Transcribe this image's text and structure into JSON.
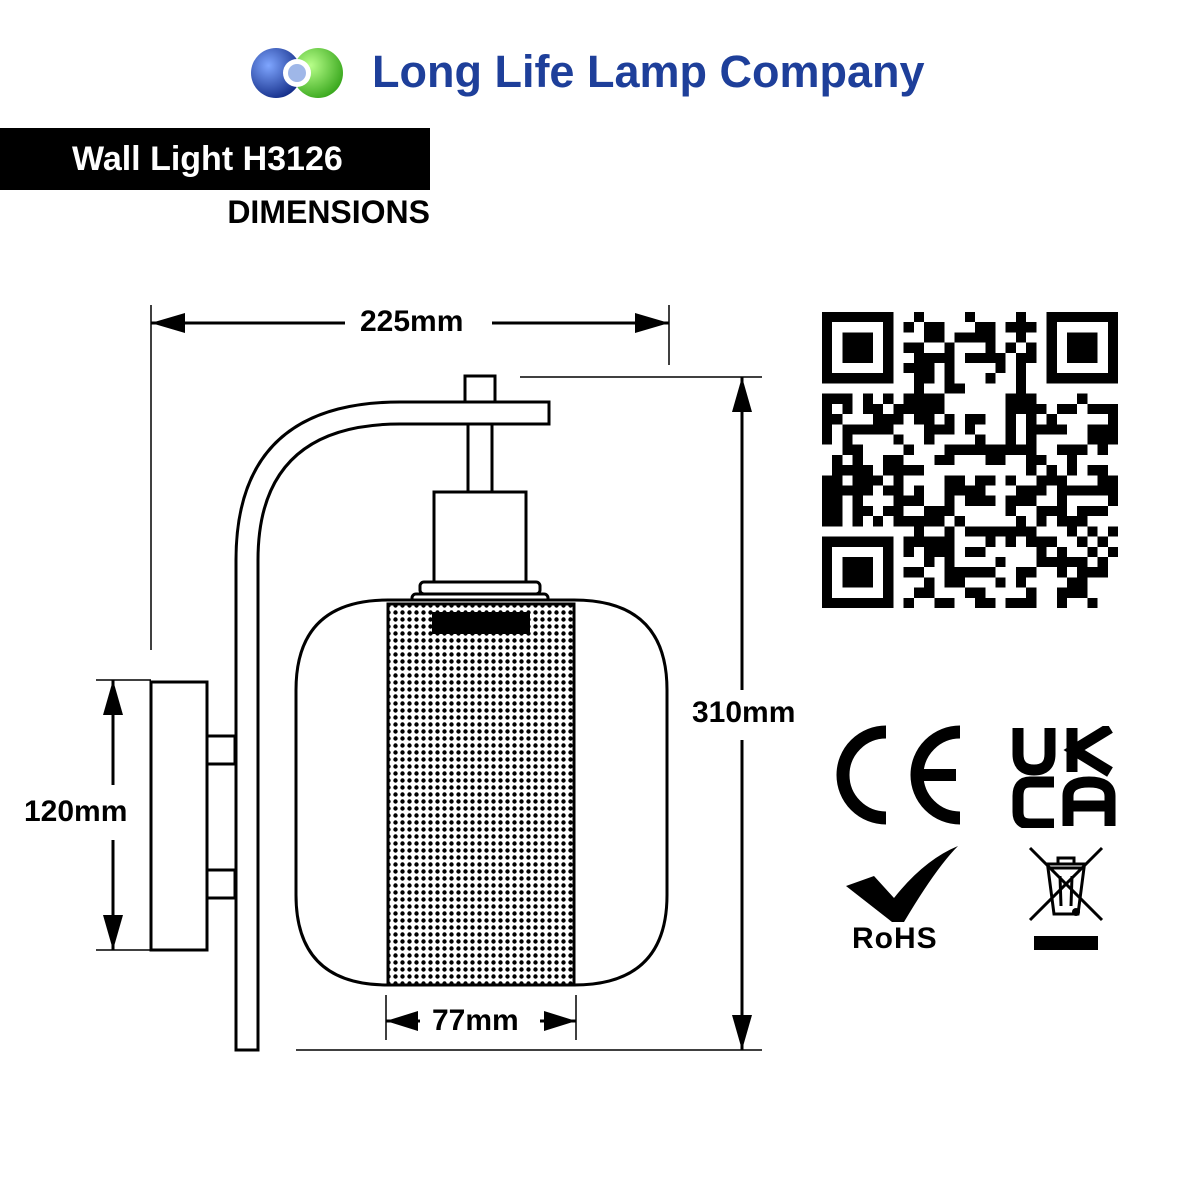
{
  "header": {
    "company_name": "Long Life Lamp Company",
    "logo_icon": "three-circles-logo-icon",
    "brand_colors": {
      "blue": "#1e3f9a",
      "green": "#5cd63a",
      "text": "#1e3f9a"
    }
  },
  "product": {
    "title": "Wall Light H3126",
    "subtitle": "DIMENSIONS"
  },
  "dimensions": {
    "width": "225mm",
    "height": "310mm",
    "backplate_height": "120mm",
    "shade_inner_width": "77mm"
  },
  "certifications": {
    "ce_icon": "ce-mark-icon",
    "ukca_line1": "UK",
    "ukca_line2": "CA",
    "rohs_icon": "rohs-checkmark-icon",
    "rohs_label": "RoHS",
    "weee_icon": "weee-crossed-bin-icon"
  },
  "qr_icon": "qr-code-icon"
}
